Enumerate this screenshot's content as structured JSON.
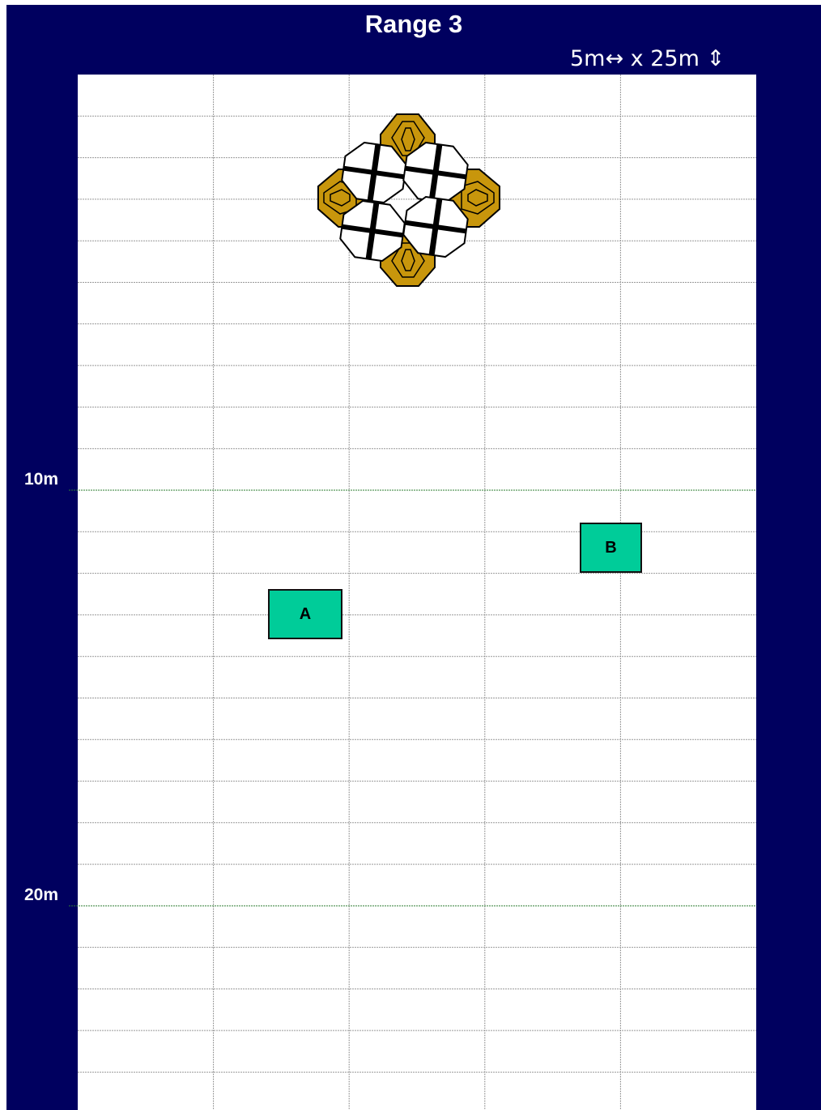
{
  "range": {
    "title": "Range 3",
    "dimensions": "5m↔ x 25m ⇕"
  },
  "distance_markers": [
    "10m",
    "20m"
  ],
  "positions": [
    {
      "label": "A"
    },
    {
      "label": "B"
    }
  ],
  "target_cluster": {
    "paper_targets": 4,
    "steel_poppers": 4
  },
  "colors": {
    "frame": "#00005f",
    "field": "#ffffff",
    "grid": "#999999",
    "distance_line": "#2e7d32",
    "shooting_box": "#00cc99",
    "popper": "#c8960c",
    "paper_target": "#ffffff",
    "target_outline": "#000000"
  }
}
